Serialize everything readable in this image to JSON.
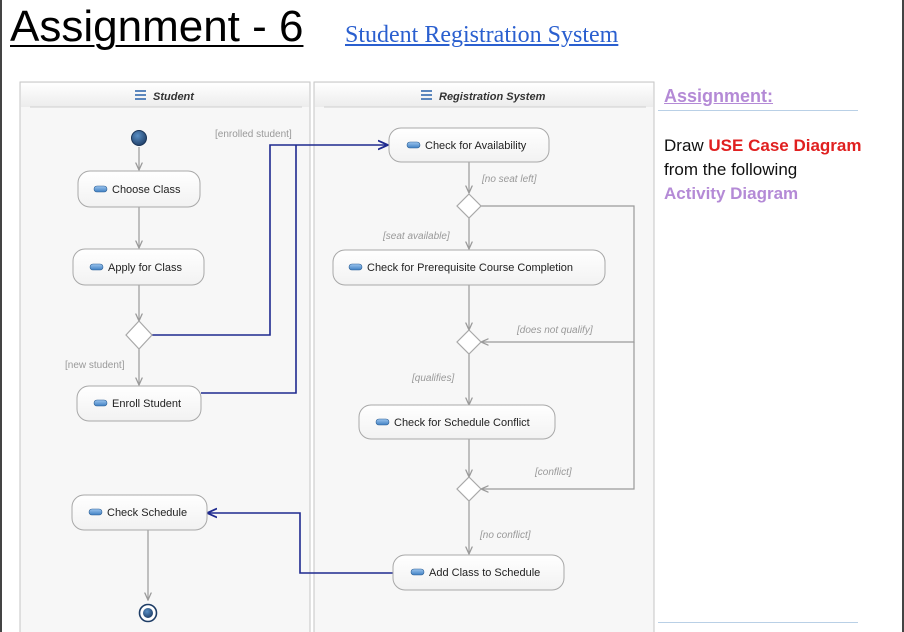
{
  "header": {
    "title": "Assignment - 6",
    "subtitle": "Student Registration System"
  },
  "lanes": {
    "student": "Student",
    "registration": "Registration System"
  },
  "actions": {
    "choose_class": "Choose Class",
    "apply_for_class": "Apply for Class",
    "enroll_student": "Enroll Student",
    "check_schedule": "Check Schedule",
    "check_availability": "Check for Availability",
    "check_prerequisite": "Check for Prerequisite Course Completion",
    "check_schedule_conflict": "Check for Schedule Conflict",
    "add_class": "Add Class to Schedule"
  },
  "guards": {
    "enrolled_student": "[enrolled student]",
    "new_student": "[new student]",
    "no_seat_left": "[no seat left]",
    "seat_available": "[seat available]",
    "does_not_qualify": "[does not qualify]",
    "qualifies": "[qualifies]",
    "conflict": "[conflict]",
    "no_conflict": "[no conflict]"
  },
  "sidebar": {
    "heading": "Assignment:",
    "text_draw": "Draw",
    "text_highlight": "USE Case Diagram",
    "text_from": "from the following",
    "text_activity": "Activity Diagram"
  },
  "colors": {
    "flow_line": "#1f2a8f",
    "gray_line": "#9a9a9a",
    "accent_red": "#e02020",
    "accent_purple": "#b48ad6",
    "link_blue": "#2a5fcf"
  }
}
